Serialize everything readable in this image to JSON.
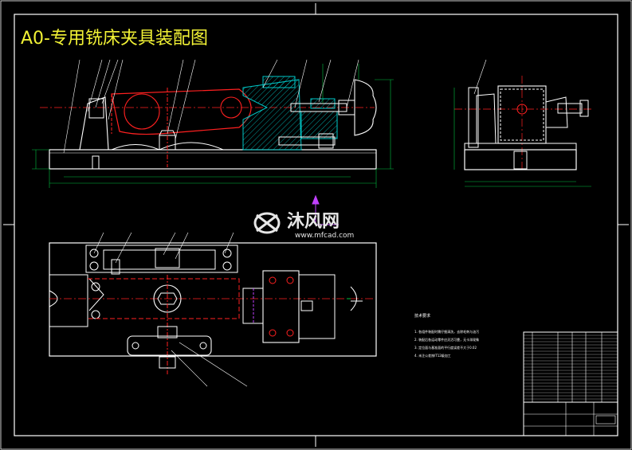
{
  "title": "A0-专用铣床夹具装配图",
  "watermark": {
    "name": "沐风网",
    "url": "www.mfcad.com"
  },
  "technical_notes": {
    "heading": "技术要求",
    "lines": [
      "1. 各组件装配时需仔细清洗，去除毛刺与油污",
      "2. 装配后各运动零件应灵活可靠，无卡滞现象",
      "3. 定位面与基准面的平行度误差不大于0.02",
      "4. 未注公差按IT12级加工"
    ]
  },
  "colors": {
    "background": "#000000",
    "frame": "#ffffff",
    "title": "#f2f235",
    "section_line": "#ff2020",
    "hatch": "#00c8c8",
    "dimension": "#00c040",
    "leader": "#ffffff",
    "axis_marker": "#c040ff"
  }
}
